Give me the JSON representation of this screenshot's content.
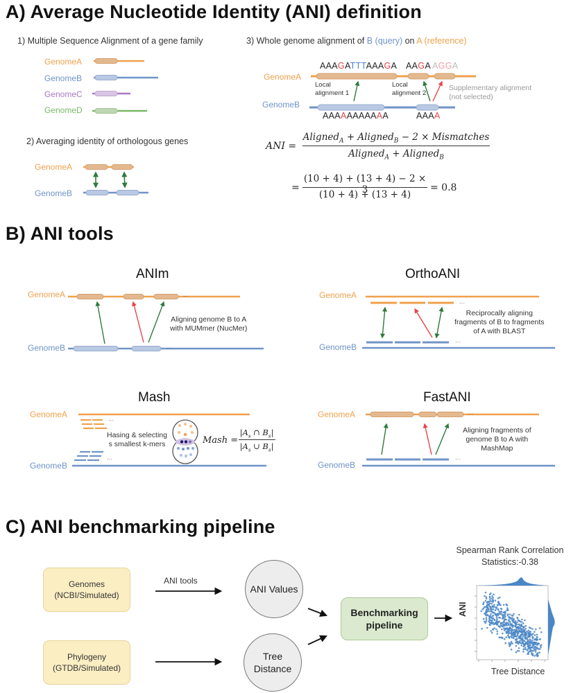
{
  "sectionA": {
    "title": "A) Average Nucleotide Identity (ANI) definition",
    "step1": {
      "label": "1) Multiple Sequence Alignment of a gene family",
      "genomes": [
        "GenomeA",
        "GenomeB",
        "GenomeC",
        "GenomeD"
      ]
    },
    "step2": {
      "label": "2) Averaging identity of orthologous genes",
      "genomes": [
        "GenomeA",
        "GenomeB"
      ]
    },
    "step3": {
      "label_prefix": "3) Whole genome alignment of ",
      "label_b": "B (query)",
      "label_mid": " on ",
      "label_a": "A (reference)",
      "genomes": [
        "GenomeA",
        "GenomeB"
      ],
      "seqA1": [
        {
          "t": "AAA",
          "c": ""
        },
        {
          "t": "G",
          "c": "r"
        },
        {
          "t": "A",
          "c": ""
        },
        {
          "t": "TTT",
          "c": "b"
        },
        {
          "t": "AAA",
          "c": ""
        },
        {
          "t": "G",
          "c": "r"
        },
        {
          "t": "A",
          "c": ""
        }
      ],
      "seqA2": [
        {
          "t": "AA",
          "c": ""
        },
        {
          "t": "G",
          "c": "r"
        },
        {
          "t": "A",
          "c": ""
        }
      ],
      "seqA3": [
        {
          "t": "A",
          "c": "f"
        },
        {
          "t": "GG",
          "c": "fr"
        },
        {
          "t": "A",
          "c": "f"
        }
      ],
      "seqB1": [
        {
          "t": "AAA",
          "c": ""
        },
        {
          "t": "A",
          "c": "r"
        },
        {
          "t": "AAAAA",
          "c": ""
        },
        {
          "t": "A",
          "c": "r"
        },
        {
          "t": "A",
          "c": ""
        }
      ],
      "seqB2": [
        {
          "t": "AAA",
          "c": ""
        },
        {
          "t": "A",
          "c": "r"
        }
      ],
      "local1": [
        "Local",
        "alignment 1"
      ],
      "local2": [
        "Local",
        "alignment 2"
      ],
      "supplementary": [
        "Supplementary alignment",
        "(not selected)"
      ]
    },
    "formula": {
      "lhs": "ANI =",
      "numerator": "Aligned_A + Aligned_B − 2 × Mismatches",
      "denominator": "Aligned_A + Aligned_B",
      "calc_eq": "=",
      "calc_numerator": "(10 + 4) + (13 + 4) − 2 × 3",
      "calc_denominator": "(10 + 4) + (13 + 4)",
      "result": "= 0.8"
    }
  },
  "sectionB": {
    "title": "B) ANI tools",
    "tools": [
      {
        "name": "ANIm",
        "note": [
          "Aligning genome B to A",
          "with MUMmer (NucMer)"
        ]
      },
      {
        "name": "OrthoANI",
        "note": [
          "Reciprocally aligning",
          "fragments of B to fragments",
          "of A with BLAST"
        ]
      },
      {
        "name": "Mash",
        "note": [
          "Hasing & selecting",
          "s smallest k-mers"
        ],
        "formula_lhs": "Mash =",
        "formula_num": "|A_s ∩ B_s|",
        "formula_den": "|A_s ∪ B_s|"
      },
      {
        "name": "FastANI",
        "note": [
          "Aligning fragments of",
          "genome B to A with",
          "MashMap"
        ]
      }
    ],
    "genomeA": "GenomeA",
    "genomeB": "GenomeB",
    "ellipsis": "···"
  },
  "sectionC": {
    "title": "C) ANI benchmarking pipeline",
    "box_genomes": [
      "Genomes",
      "(NCBI/Simulated)"
    ],
    "box_phylogeny": [
      "Phylogeny",
      "(GTDB/Simulated)"
    ],
    "arrow_label": "ANI tools",
    "circle_ani": [
      "ANI Values"
    ],
    "circle_tree": [
      "Tree",
      "Distance"
    ],
    "pipeline": [
      "Benchmarking",
      "pipeline"
    ],
    "plot_title": [
      "Spearman Rank Correlation",
      "Statistics:-0.38"
    ],
    "xlabel": "Tree Distance",
    "ylabel": "ANI"
  },
  "colors": {
    "genomeA": "#f0a04b",
    "genomeB": "#6f93c8",
    "genomeC": "#a878c2",
    "genomeD": "#7ab867",
    "green_arrow": "#2e7a3a",
    "red_arrow": "#e8434b",
    "scatter": "#4a86c5"
  },
  "chart_data": {
    "type": "scatter",
    "title": "Spearman Rank Correlation Statistics:-0.38",
    "xlabel": "Tree Distance",
    "ylabel": "ANI",
    "spearman": -0.38,
    "marginals": [
      "top-kde",
      "right-kde"
    ],
    "grid": false
  }
}
